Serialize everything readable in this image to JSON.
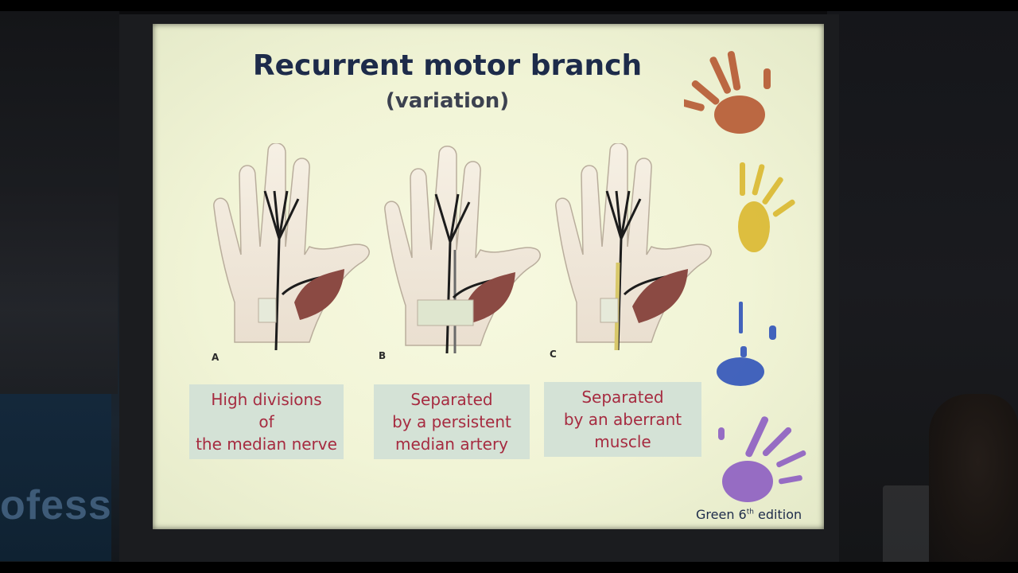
{
  "slide": {
    "title": "Recurrent motor branch",
    "subtitle": "(variation)",
    "panels": [
      {
        "letter": "A",
        "caption": "High divisions\nof\nthe median nerve"
      },
      {
        "letter": "B",
        "caption": "Separated\nby a persistent\nmedian artery"
      },
      {
        "letter": "C",
        "caption": "Separated\nby an aberrant\nmuscle"
      }
    ],
    "credit": {
      "prefix": "Green 6",
      "sup": "th",
      "suffix": " edition"
    },
    "handprint_colors": [
      "#b4542e",
      "#d9b62a",
      "#2a4fb8",
      "#8a5ac2"
    ]
  },
  "room": {
    "banner_text": "ofess"
  }
}
